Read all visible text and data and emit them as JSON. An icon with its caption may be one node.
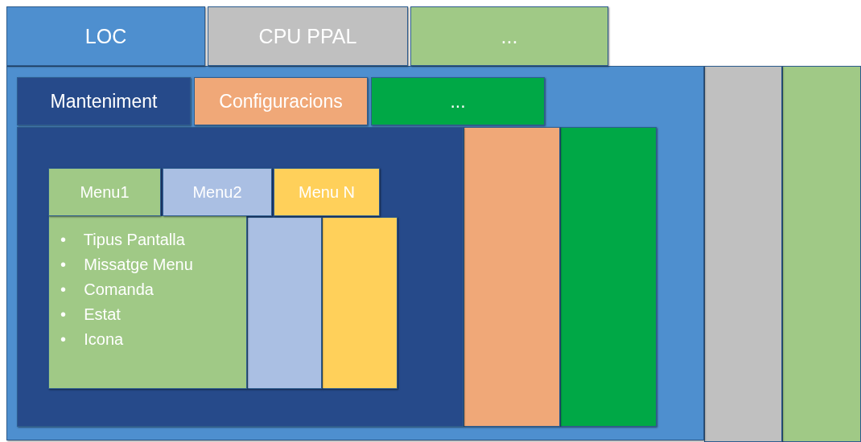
{
  "diagram": {
    "nodes": [
      {
        "text": [
          "LOC"
        ]
      },
      {
        "text": [
          "CPU PPAL"
        ]
      },
      {
        "text": [
          "..."
        ]
      },
      {
        "text": [],
        "shape": "box"
      },
      {
        "text": [],
        "shape": "box"
      },
      {
        "text": [],
        "shape": "box"
      },
      {
        "text": [
          "Manteniment"
        ],
        "in": 3
      },
      {
        "text": [
          "Configuracions"
        ],
        "in": 3
      },
      {
        "text": [
          "..."
        ],
        "in": 3
      },
      {
        "text": [],
        "shape": "box",
        "in": 3
      },
      {
        "text": [],
        "shape": "box",
        "in": 3
      },
      {
        "text": [],
        "shape": "box",
        "in": 3
      },
      {
        "text": [
          "Menu1"
        ],
        "in": 9
      },
      {
        "text": [
          "Menu2"
        ],
        "in": 9
      },
      {
        "text": [
          "Menu N"
        ],
        "in": 9
      },
      {
        "text": [
          "•    Tipus Pantalla",
          "•    Missatge Menu",
          "•    Comanda",
          "•    Estat",
          "•    Icona"
        ],
        "in": 9
      },
      {
        "text": [],
        "shape": "box",
        "in": 9
      },
      {
        "text": [],
        "shape": "box",
        "in": 9
      }
    ],
    "edges": []
  }
}
